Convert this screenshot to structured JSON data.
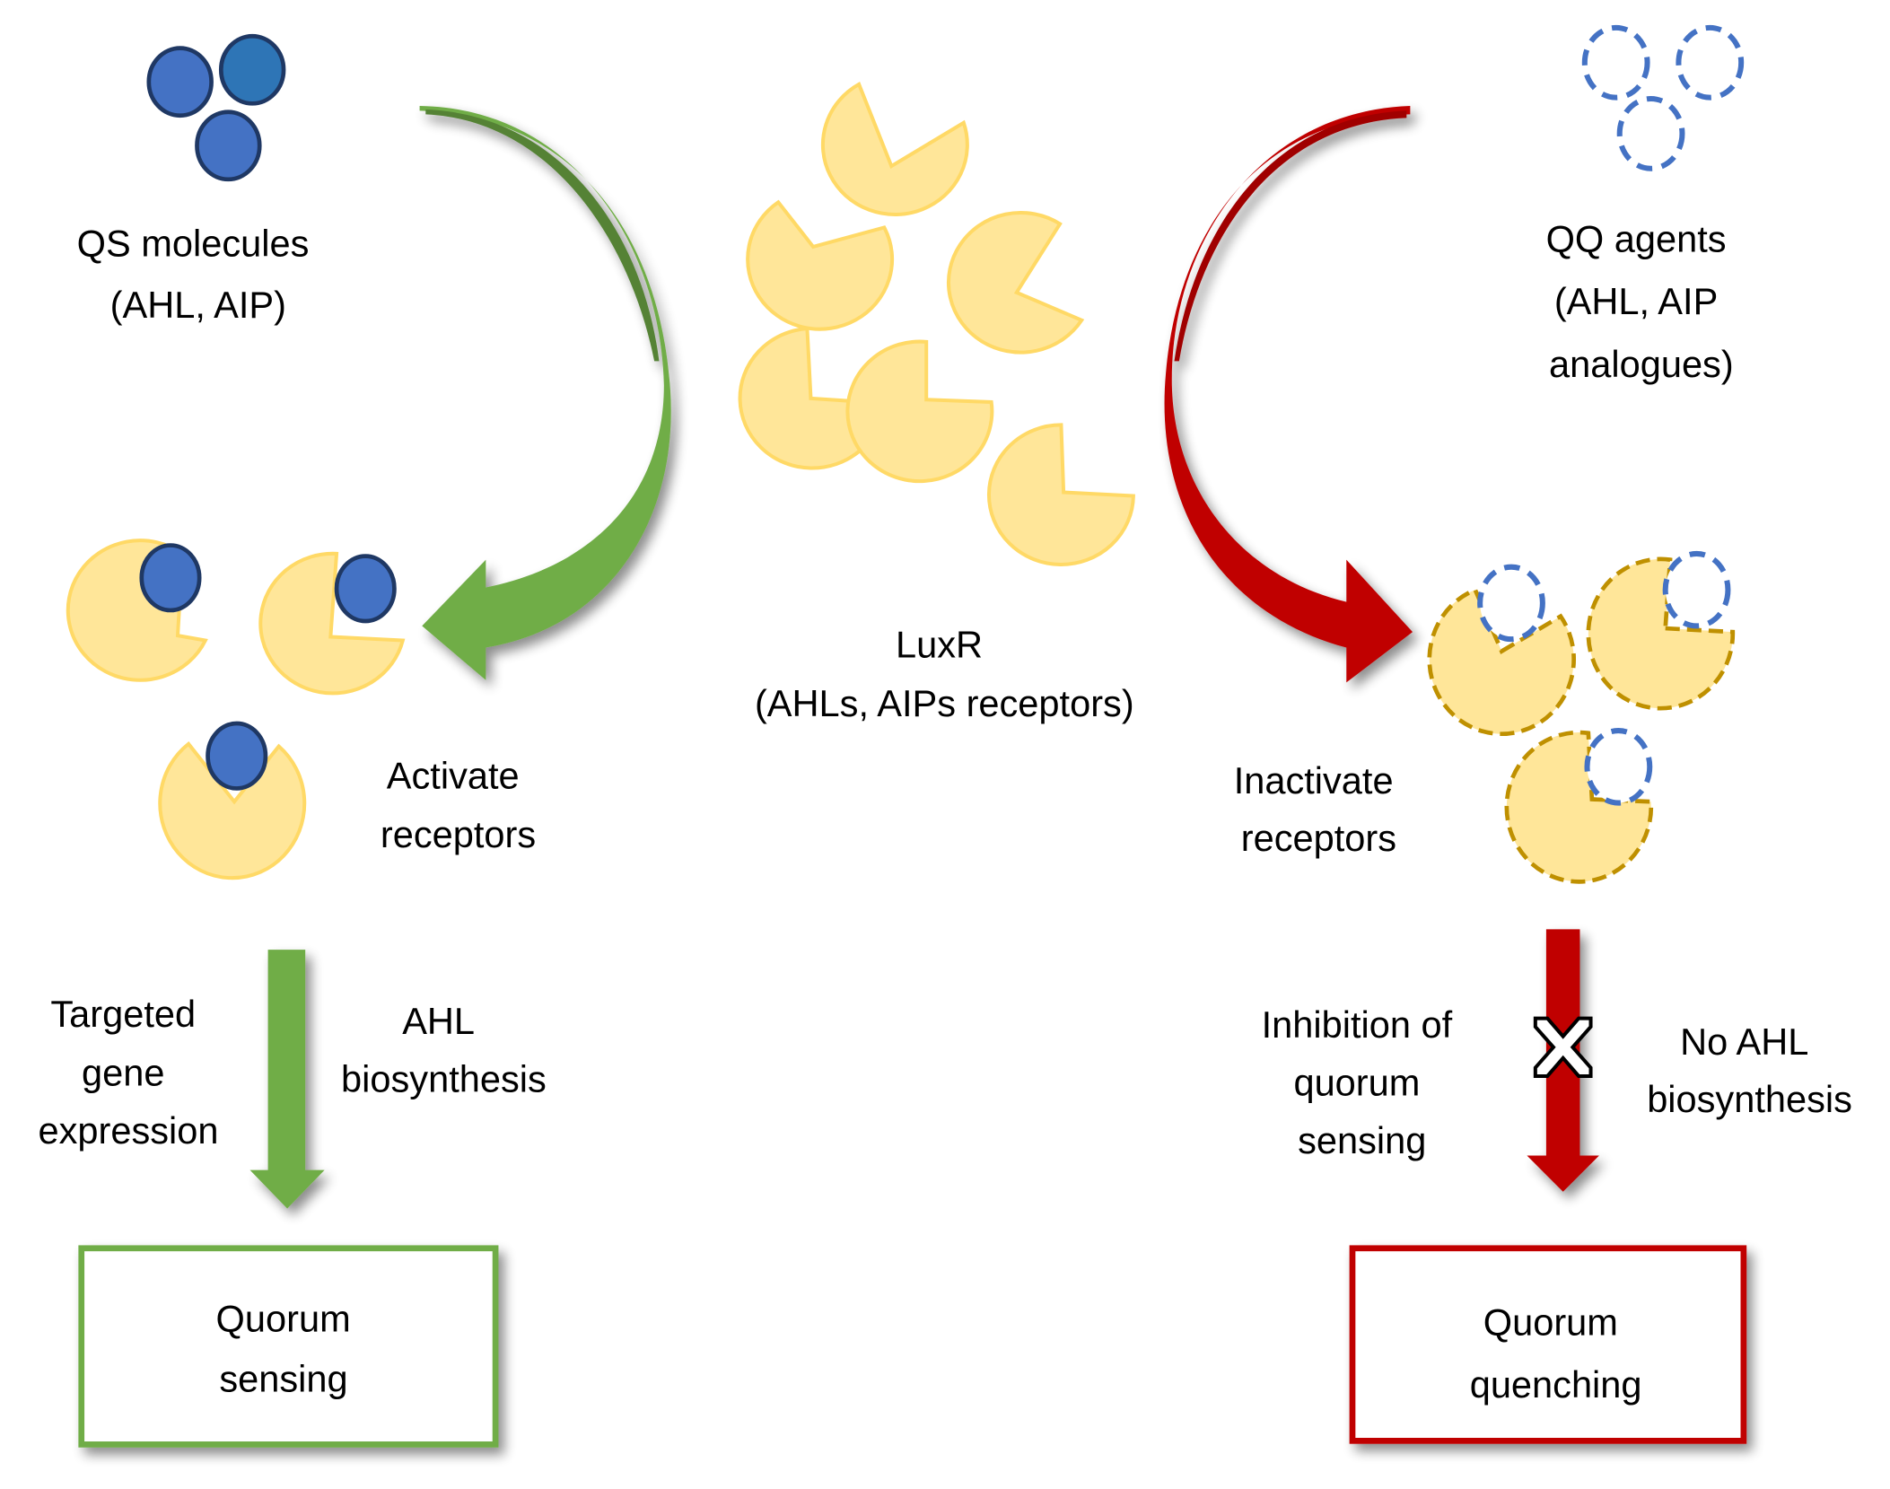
{
  "labels": {
    "qs_molecules": [
      "QS molecules",
      "(AHL, AIP)"
    ],
    "qq_agents": [
      "QQ agents",
      "(AHL, AIP",
      "analogues)"
    ],
    "luxr": [
      "LuxR",
      "(AHLs, AIPs receptors)"
    ],
    "activate": [
      "Activate",
      "receptors"
    ],
    "inactivate": [
      "Inactivate",
      "receptors"
    ],
    "targeted": [
      "Targeted",
      "gene",
      "expression"
    ],
    "ahl_bio": [
      "AHL",
      "biosynthesis"
    ],
    "inhibition": [
      "Inhibition of",
      "quorum",
      "sensing"
    ],
    "no_ahl": [
      "No AHL",
      "biosynthesis"
    ],
    "qs_box": [
      "Quorum",
      "sensing"
    ],
    "qq_box": [
      "Quorum",
      "quenching"
    ]
  },
  "colors": {
    "green": "#70AD47",
    "green_dark": "#548235",
    "red": "#C00000",
    "red_dark": "#A00000",
    "molecule_blue": "#4472C4",
    "receptor_fill": "#FFE699",
    "receptor_stroke": "#FFD966",
    "inactive_stroke": "#BF9000"
  },
  "icons": {
    "inhibition_mark": "x-mark-icon"
  }
}
